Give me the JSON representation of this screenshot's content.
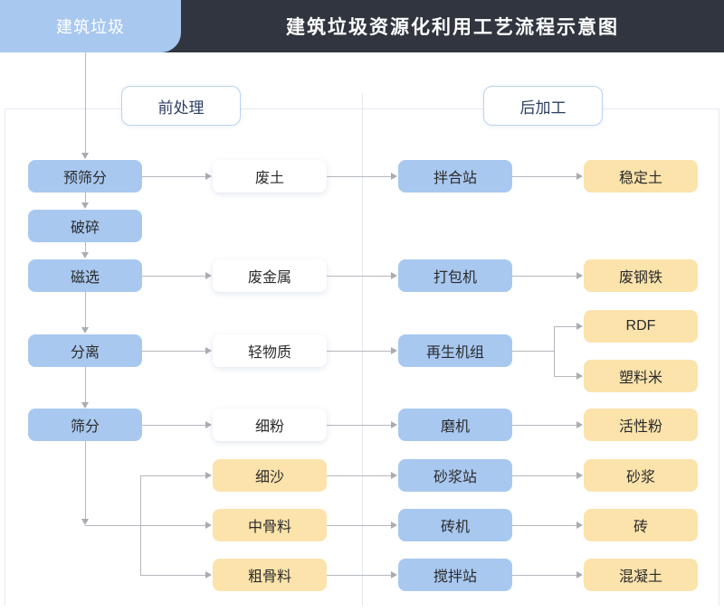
{
  "header": {
    "tab_label": "建筑垃圾",
    "title": "建筑垃圾资源化利用工艺流程示意图",
    "bar_color": "#30353f",
    "tab_color": "#a8c8f0"
  },
  "sections": [
    {
      "id": "pre",
      "label": "前处理"
    },
    {
      "id": "post",
      "label": "后加工"
    }
  ],
  "legend_colors": {
    "process_blue": "#a8c8f0",
    "intermediate_white": "#ffffff",
    "product_amber": "#fbe3ab",
    "connector_gray": "#b4b7bd"
  },
  "nodes": {
    "pretreat": [
      {
        "label": "预筛分",
        "type": "process"
      },
      {
        "label": "破碎",
        "type": "process"
      },
      {
        "label": "磁选",
        "type": "process"
      },
      {
        "label": "分离",
        "type": "process"
      },
      {
        "label": "筛分",
        "type": "process"
      }
    ],
    "intermediates": [
      {
        "label": "废土",
        "type": "intermediate"
      },
      {
        "label": "废金属",
        "type": "intermediate"
      },
      {
        "label": "轻物质",
        "type": "intermediate"
      },
      {
        "label": "细粉",
        "type": "intermediate"
      },
      {
        "label": "细沙",
        "type": "product"
      },
      {
        "label": "中骨料",
        "type": "product"
      },
      {
        "label": "粗骨料",
        "type": "product"
      }
    ],
    "equipment": [
      {
        "label": "拌合站",
        "type": "process"
      },
      {
        "label": "打包机",
        "type": "process"
      },
      {
        "label": "再生机组",
        "type": "process"
      },
      {
        "label": "磨机",
        "type": "process"
      },
      {
        "label": "砂浆站",
        "type": "process"
      },
      {
        "label": "砖机",
        "type": "process"
      },
      {
        "label": "搅拌站",
        "type": "process"
      }
    ],
    "products": [
      {
        "label": "稳定土",
        "type": "product"
      },
      {
        "label": "废钢铁",
        "type": "product"
      },
      {
        "label": "RDF",
        "type": "product"
      },
      {
        "label": "塑料米",
        "type": "product"
      },
      {
        "label": "活性粉",
        "type": "product"
      },
      {
        "label": "砂浆",
        "type": "product"
      },
      {
        "label": "砖",
        "type": "product"
      },
      {
        "label": "混凝土",
        "type": "product"
      }
    ]
  },
  "flows": [
    "建筑垃圾 → 预筛分",
    "预筛分 → 破碎",
    "破碎 → 磁选",
    "磁选 → 分离",
    "分离 → 筛分",
    "预筛分 → 废土 → 拌合站 → 稳定土",
    "磁选 → 废金属 → 打包机 → 废钢铁",
    "分离 → 轻物质 → 再生机组 → RDF",
    "再生机组 → 塑料米",
    "筛分 → 细粉 → 磨机 → 活性粉",
    "筛分 → 细沙 → 砂浆站 → 砂浆",
    "筛分 → 中骨料 → 砖机 → 砖",
    "筛分 → 粗骨料 → 搅拌站 → 混凝土"
  ]
}
